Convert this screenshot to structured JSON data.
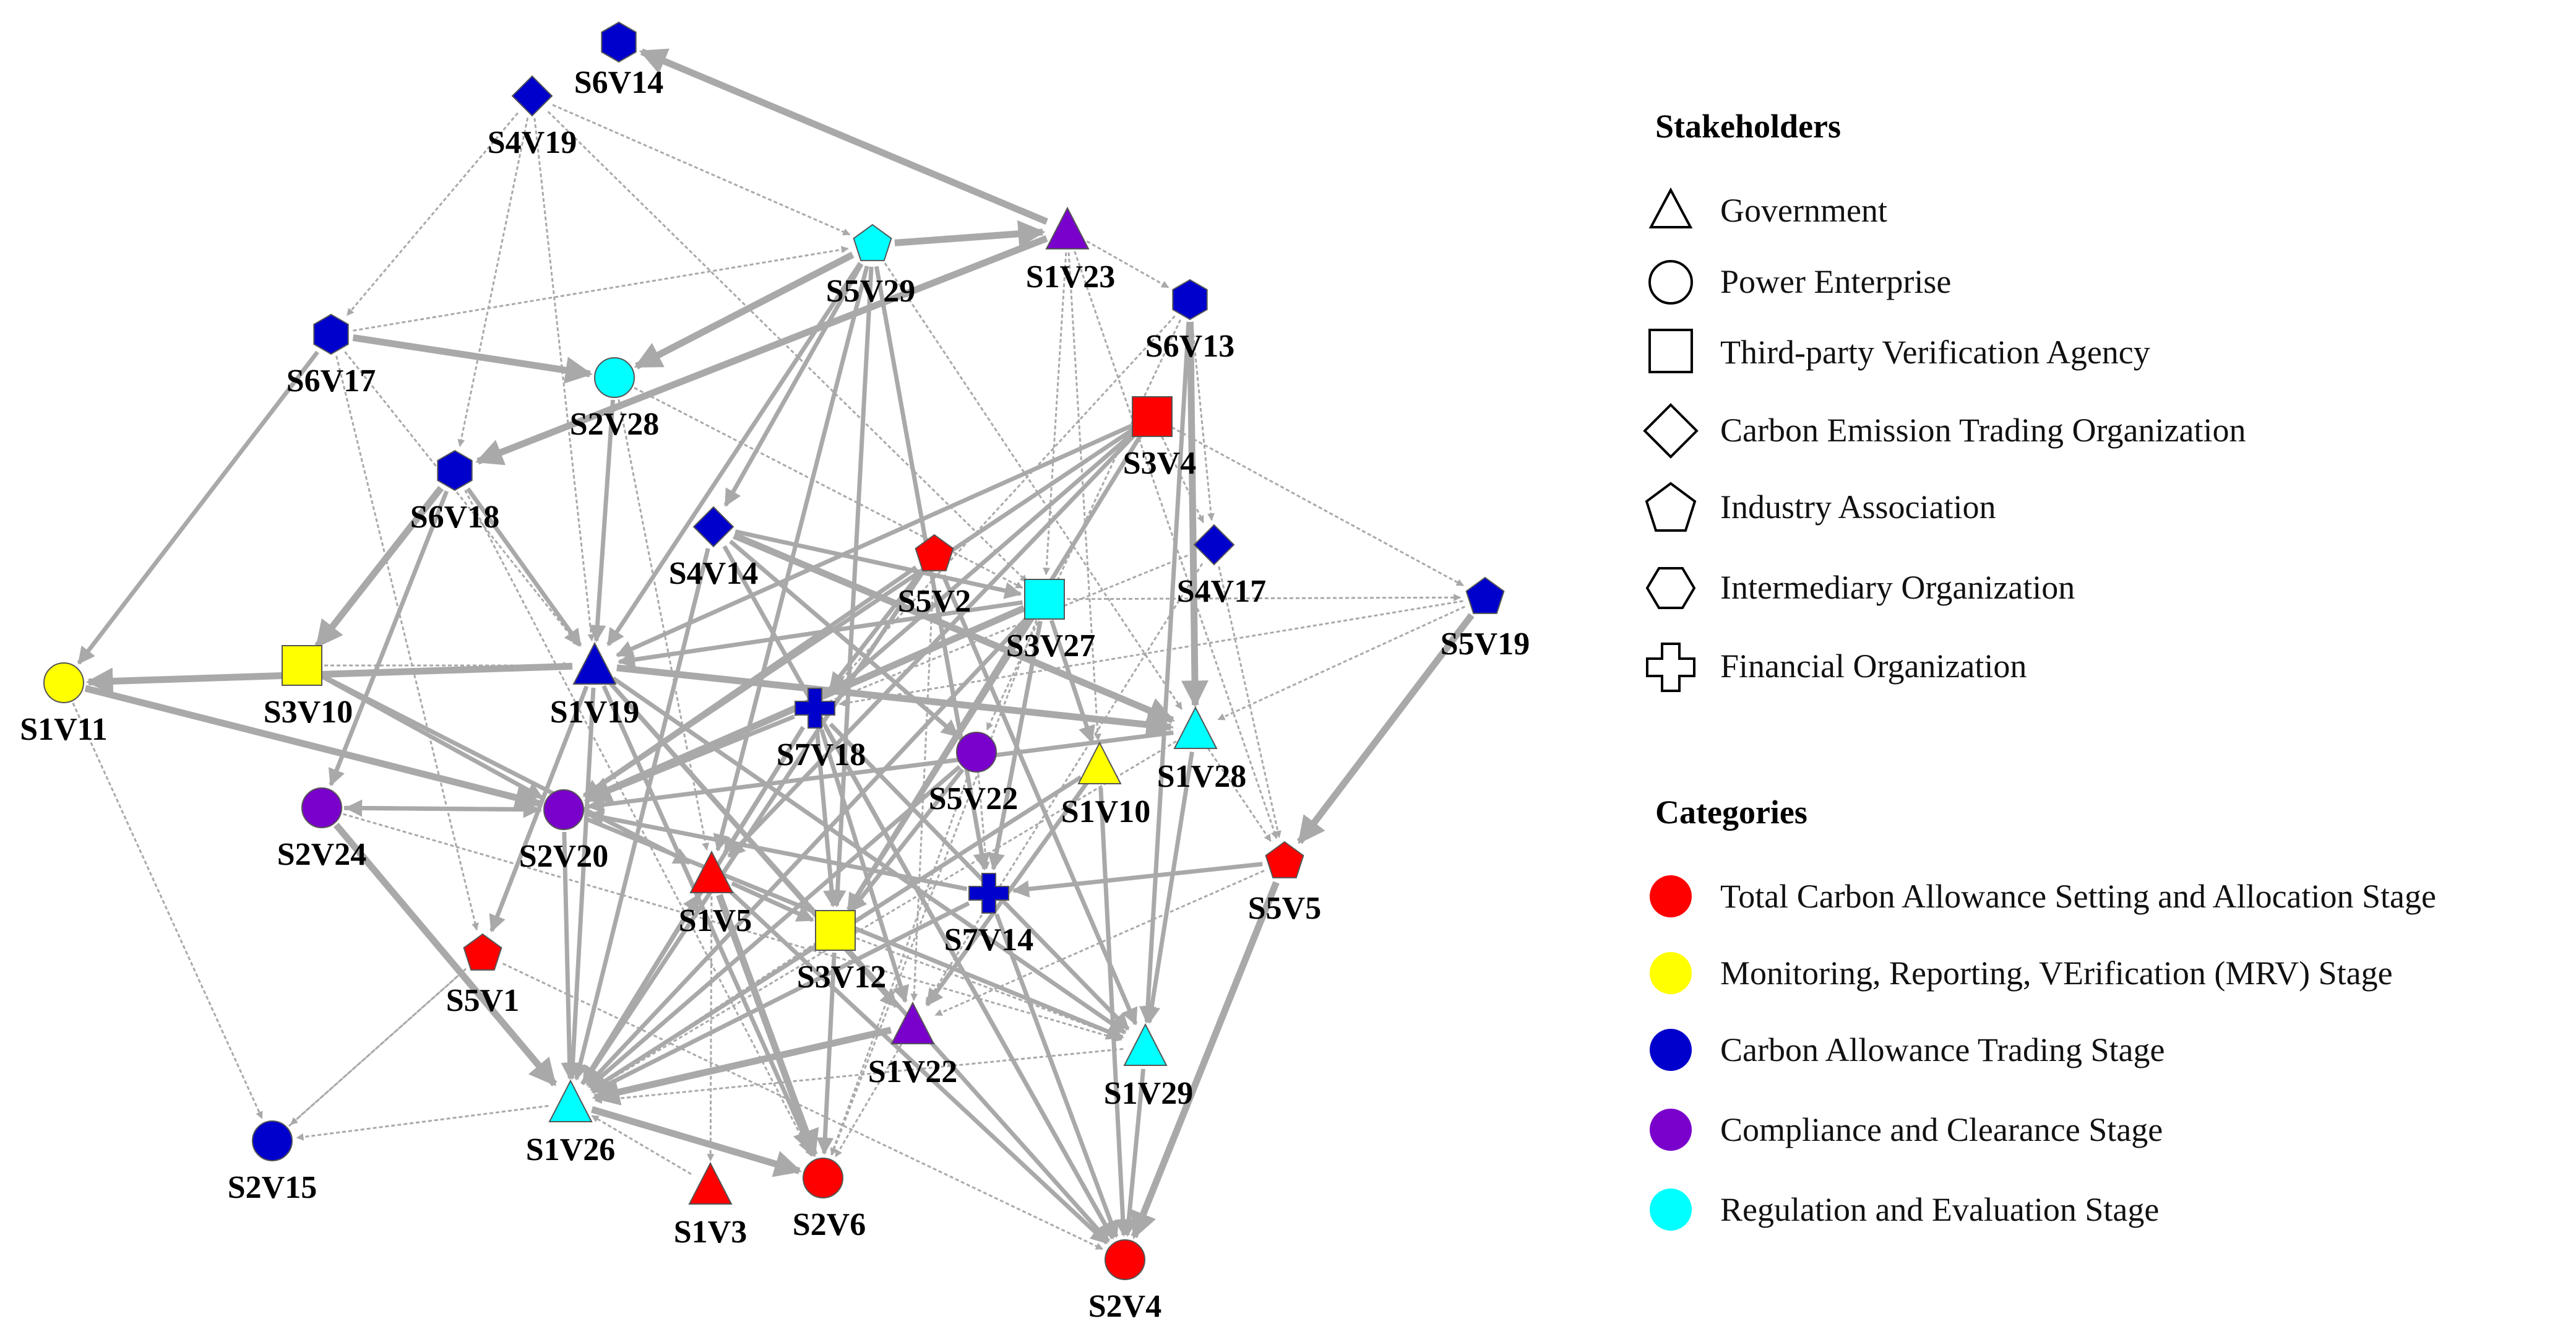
{
  "colors": {
    "S1": "#ff0000",
    "S2": "#ffff00",
    "S3": "#0000cc",
    "S4": "#7a00cc",
    "S5": "#00ffff",
    "edge": "#a9a9a9"
  },
  "legend": {
    "stakeholders": {
      "title": "Stakeholders",
      "items": [
        {
          "shape": "triangle",
          "label": "Government"
        },
        {
          "shape": "circle",
          "label": "Power Enterprise"
        },
        {
          "shape": "square",
          "label": "Third-party Verification Agency"
        },
        {
          "shape": "diamond",
          "label": "Carbon Emission Trading Organization"
        },
        {
          "shape": "pentagon",
          "label": "Industry Association"
        },
        {
          "shape": "hexagon",
          "label": "Intermediary Organization"
        },
        {
          "shape": "cross",
          "label": "Financial Organization"
        }
      ]
    },
    "categories": {
      "title": "Categories",
      "items": [
        {
          "color": "S1",
          "label": "Total Carbon Allowance Setting and Allocation Stage"
        },
        {
          "color": "S2",
          "label": "Monitoring, Reporting, VErification (MRV) Stage"
        },
        {
          "color": "S3",
          "label": "Carbon Allowance Trading Stage"
        },
        {
          "color": "S4",
          "label": "Compliance and Clearance Stage"
        },
        {
          "color": "S5",
          "label": "Regulation and Evaluation Stage"
        }
      ]
    }
  },
  "nodes": [
    {
      "id": "S6V14",
      "label": "S6V14",
      "shape": "hexagon",
      "color": "S3"
    },
    {
      "id": "S4V19",
      "label": "S4V19",
      "shape": "diamond",
      "color": "S3"
    },
    {
      "id": "S5V29",
      "label": "S5V29",
      "shape": "pentagon",
      "color": "S5"
    },
    {
      "id": "S1V23",
      "label": "S1V23",
      "shape": "triangle",
      "color": "S4"
    },
    {
      "id": "S6V13",
      "label": "S6V13",
      "shape": "hexagon",
      "color": "S3"
    },
    {
      "id": "S6V17",
      "label": "S6V17",
      "shape": "hexagon",
      "color": "S3"
    },
    {
      "id": "S2V28",
      "label": "S2V28",
      "shape": "circle",
      "color": "S5"
    },
    {
      "id": "S3V4",
      "label": "S3V4",
      "shape": "square",
      "color": "S1"
    },
    {
      "id": "S6V18",
      "label": "S6V18",
      "shape": "hexagon",
      "color": "S3"
    },
    {
      "id": "S4V14",
      "label": "S4V14",
      "shape": "diamond",
      "color": "S3"
    },
    {
      "id": "S5V2",
      "label": "S5V2",
      "shape": "pentagon",
      "color": "S1"
    },
    {
      "id": "S3V27",
      "label": "S3V27",
      "shape": "square",
      "color": "S5"
    },
    {
      "id": "S4V17",
      "label": "S4V17",
      "shape": "diamond",
      "color": "S3"
    },
    {
      "id": "S5V19",
      "label": "S5V19",
      "shape": "pentagon",
      "color": "S3"
    },
    {
      "id": "S1V11",
      "label": "S1V11",
      "shape": "circle",
      "color": "S2"
    },
    {
      "id": "S3V10",
      "label": "S3V10",
      "shape": "square",
      "color": "S2"
    },
    {
      "id": "S1V19",
      "label": "S1V19",
      "shape": "triangle",
      "color": "S3"
    },
    {
      "id": "S7V18",
      "label": "S7V18",
      "shape": "cross",
      "color": "S3"
    },
    {
      "id": "S5V22",
      "label": "S5V22",
      "shape": "circle",
      "color": "S4"
    },
    {
      "id": "S1V10",
      "label": "S1V10",
      "shape": "triangle",
      "color": "S2"
    },
    {
      "id": "S1V28",
      "label": "S1V28",
      "shape": "triangle",
      "color": "S5"
    },
    {
      "id": "S2V24",
      "label": "S2V24",
      "shape": "circle",
      "color": "S4"
    },
    {
      "id": "S2V20",
      "label": "S2V20",
      "shape": "circle",
      "color": "S4"
    },
    {
      "id": "S1V5",
      "label": "S1V5",
      "shape": "triangle",
      "color": "S1"
    },
    {
      "id": "S7V14",
      "label": "S7V14",
      "shape": "cross",
      "color": "S3"
    },
    {
      "id": "S5V5",
      "label": "S5V5",
      "shape": "pentagon",
      "color": "S1"
    },
    {
      "id": "S5V1",
      "label": "S5V1",
      "shape": "pentagon",
      "color": "S1"
    },
    {
      "id": "S3V12",
      "label": "S3V12",
      "shape": "square",
      "color": "S2"
    },
    {
      "id": "S1V22",
      "label": "S1V22",
      "shape": "triangle",
      "color": "S4"
    },
    {
      "id": "S1V29",
      "label": "S1V29",
      "shape": "triangle",
      "color": "S5"
    },
    {
      "id": "S1V26",
      "label": "S1V26",
      "shape": "triangle",
      "color": "S5"
    },
    {
      "id": "S2V15",
      "label": "S2V15",
      "shape": "circle",
      "color": "S3"
    },
    {
      "id": "S1V3",
      "label": "S1V3",
      "shape": "triangle",
      "color": "S1"
    },
    {
      "id": "S2V6",
      "label": "S2V6",
      "shape": "circle",
      "color": "S1"
    },
    {
      "id": "S2V4",
      "label": "S2V4",
      "shape": "circle",
      "color": "S1"
    }
  ],
  "edges": [
    [
      "S1V23",
      "S6V14",
      3
    ],
    [
      "S4V19",
      "S5V29",
      1
    ],
    [
      "S4V19",
      "S6V17",
      1
    ],
    [
      "S4V19",
      "S6V18",
      1
    ],
    [
      "S4V19",
      "S1V19",
      1
    ],
    [
      "S4V19",
      "S3V27",
      1
    ],
    [
      "S6V17",
      "S2V28",
      3
    ],
    [
      "S6V17",
      "S5V29",
      1
    ],
    [
      "S6V17",
      "S1V11",
      2
    ],
    [
      "S6V17",
      "S5V1",
      1
    ],
    [
      "S6V17",
      "S1V19",
      1
    ],
    [
      "S5V29",
      "S2V28",
      3
    ],
    [
      "S5V29",
      "S4V14",
      2
    ],
    [
      "S5V29",
      "S1V5",
      2
    ],
    [
      "S5V29",
      "S3V12",
      2
    ],
    [
      "S5V29",
      "S7V14",
      2
    ],
    [
      "S5V29",
      "S1V28",
      1
    ],
    [
      "S5V29",
      "S1V19",
      2
    ],
    [
      "S5V29",
      "S1V23",
      3
    ],
    [
      "S1V23",
      "S6V18",
      3
    ],
    [
      "S1V23",
      "S3V27",
      1
    ],
    [
      "S1V23",
      "S1V10",
      1
    ],
    [
      "S1V23",
      "S5V5",
      1
    ],
    [
      "S1V23",
      "S6V13",
      1
    ],
    [
      "S6V13",
      "S1V28",
      3
    ],
    [
      "S6V13",
      "S4V17",
      1
    ],
    [
      "S6V13",
      "S1V29",
      2
    ],
    [
      "S6V13",
      "S7V18",
      1
    ],
    [
      "S6V13",
      "S5V22",
      1
    ],
    [
      "S2V28",
      "S1V19",
      2
    ],
    [
      "S2V28",
      "S3V27",
      1
    ],
    [
      "S2V28",
      "S1V5",
      1
    ],
    [
      "S3V4",
      "S2V20",
      2
    ],
    [
      "S3V4",
      "S5V19",
      1
    ],
    [
      "S3V4",
      "S1V5",
      2
    ],
    [
      "S3V4",
      "S3V12",
      2
    ],
    [
      "S3V4",
      "S7V18",
      2
    ],
    [
      "S3V4",
      "S1V19",
      2
    ],
    [
      "S3V4",
      "S4V17",
      1
    ],
    [
      "S6V18",
      "S3V10",
      3
    ],
    [
      "S6V18",
      "S2V24",
      2
    ],
    [
      "S6V18",
      "S1V19",
      2
    ],
    [
      "S6V18",
      "S2V6",
      1
    ],
    [
      "S4V14",
      "S1V28",
      3
    ],
    [
      "S4V14",
      "S2V4",
      2
    ],
    [
      "S4V14",
      "S1V26",
      2
    ],
    [
      "S4V14",
      "S5V22",
      2
    ],
    [
      "S4V14",
      "S3V27",
      2
    ],
    [
      "S5V2",
      "S7V18",
      2
    ],
    [
      "S5V2",
      "S1V29",
      2
    ],
    [
      "S5V2",
      "S2V20",
      2
    ],
    [
      "S5V2",
      "S1V26",
      2
    ],
    [
      "S5V2",
      "S1V22",
      1
    ],
    [
      "S3V27",
      "S1V19",
      2
    ],
    [
      "S3V27",
      "S2V20",
      3
    ],
    [
      "S3V27",
      "S3V12",
      2
    ],
    [
      "S3V27",
      "S1V26",
      2
    ],
    [
      "S3V27",
      "S2V6",
      1
    ],
    [
      "S3V27",
      "S1V10",
      2
    ],
    [
      "S3V27",
      "S5V19",
      1
    ],
    [
      "S3V27",
      "S7V14",
      2
    ],
    [
      "S4V17",
      "S5V5",
      1
    ],
    [
      "S4V17",
      "S2V20",
      1
    ],
    [
      "S4V17",
      "S1V22",
      1
    ],
    [
      "S5V19",
      "S5V5",
      3
    ],
    [
      "S5V19",
      "S1V28",
      1
    ],
    [
      "S5V19",
      "S7V18",
      1
    ],
    [
      "S1V11",
      "S2V15",
      1
    ],
    [
      "S1V11",
      "S2V20",
      3
    ],
    [
      "S3V10",
      "S1V19",
      1
    ],
    [
      "S3V10",
      "S2V20",
      2
    ],
    [
      "S3V10",
      "S1V5",
      2
    ],
    [
      "S1V19",
      "S1V11",
      3
    ],
    [
      "S1V19",
      "S5V1",
      2
    ],
    [
      "S1V19",
      "S1V28",
      3
    ],
    [
      "S1V19",
      "S1V26",
      2
    ],
    [
      "S1V19",
      "S2V6",
      2
    ],
    [
      "S1V19",
      "S1V22",
      2
    ],
    [
      "S1V19",
      "S1V29",
      2
    ],
    [
      "S1V19",
      "S2V4",
      2
    ],
    [
      "S7V18",
      "S2V20",
      2
    ],
    [
      "S7V18",
      "S1V26",
      2
    ],
    [
      "S7V18",
      "S1V22",
      2
    ],
    [
      "S7V18",
      "S3V12",
      2
    ],
    [
      "S7V18",
      "S2V4",
      2
    ],
    [
      "S7V18",
      "S1V29",
      2
    ],
    [
      "S7V18",
      "S1V5",
      2
    ],
    [
      "S5V22",
      "S1V26",
      2
    ],
    [
      "S5V22",
      "S3V12",
      2
    ],
    [
      "S5V22",
      "S2V6",
      1
    ],
    [
      "S5V22",
      "S7V14",
      1
    ],
    [
      "S1V10",
      "S1V26",
      2
    ],
    [
      "S1V10",
      "S2V4",
      2
    ],
    [
      "S1V10",
      "S1V22",
      2
    ],
    [
      "S1V28",
      "S2V20",
      2
    ],
    [
      "S1V28",
      "S1V29",
      2
    ],
    [
      "S1V28",
      "S5V5",
      1
    ],
    [
      "S1V28",
      "S1V19",
      1
    ],
    [
      "S1V28",
      "S1V26",
      1
    ],
    [
      "S2V24",
      "S2V20",
      2
    ],
    [
      "S2V24",
      "S1V26",
      3
    ],
    [
      "S2V24",
      "S1V29",
      1
    ],
    [
      "S2V20",
      "S1V26",
      2
    ],
    [
      "S2V20",
      "S2V24",
      2
    ],
    [
      "S2V20",
      "S1V29",
      2
    ],
    [
      "S1V5",
      "S1V3",
      1
    ],
    [
      "S1V5",
      "S2V6",
      3
    ],
    [
      "S1V5",
      "S1V26",
      2
    ],
    [
      "S1V5",
      "S2V4",
      2
    ],
    [
      "S1V5",
      "S3V12",
      2
    ],
    [
      "S7V14",
      "S2V4",
      2
    ],
    [
      "S7V14",
      "S1V26",
      2
    ],
    [
      "S7V14",
      "S2V20",
      2
    ],
    [
      "S5V5",
      "S2V4",
      3
    ],
    [
      "S5V5",
      "S7V14",
      2
    ],
    [
      "S5V5",
      "S1V22",
      1
    ],
    [
      "S5V1",
      "S2V15",
      1
    ],
    [
      "S5V1",
      "S2V4",
      1
    ],
    [
      "S3V12",
      "S2V6",
      2
    ],
    [
      "S3V12",
      "S1V26",
      1
    ],
    [
      "S3V12",
      "S1V29",
      1
    ],
    [
      "S1V22",
      "S1V26",
      3
    ],
    [
      "S1V22",
      "S2V6",
      1
    ],
    [
      "S1V29",
      "S2V4",
      2
    ],
    [
      "S1V29",
      "S1V26",
      1
    ],
    [
      "S1V26",
      "S2V6",
      3
    ],
    [
      "S1V26",
      "S1V5",
      2
    ],
    [
      "S1V26",
      "S2V15",
      1
    ],
    [
      "S2V15",
      "S5V1",
      1
    ],
    [
      "S1V3",
      "S1V26",
      1
    ]
  ]
}
